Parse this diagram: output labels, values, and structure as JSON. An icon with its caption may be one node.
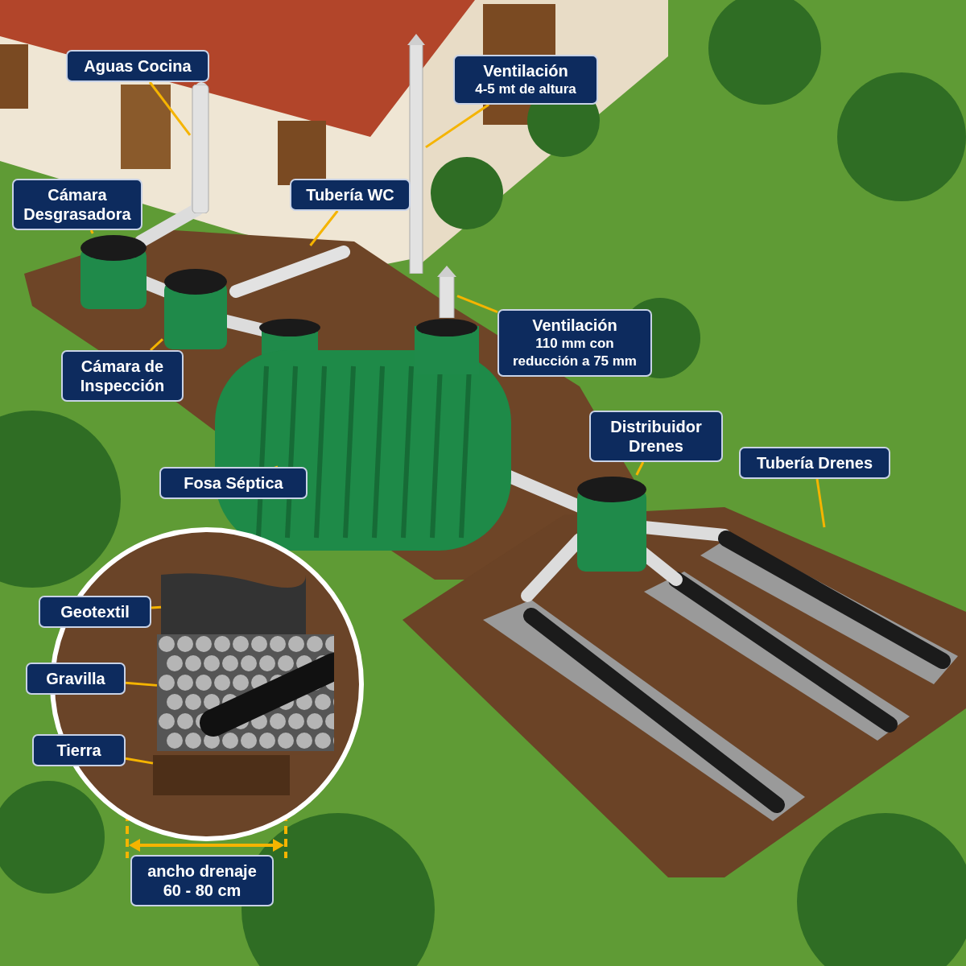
{
  "diagram": {
    "nodes": [
      {
        "text": [
          "Aguas Cocina"
        ]
      },
      {
        "text": [
          "Ventilación",
          "4-5 mt de altura"
        ]
      },
      {
        "text": [
          "Cámara Desgrasadora"
        ]
      },
      {
        "text": [
          "Tubería WC"
        ]
      },
      {
        "text": [
          "Cámara de Inspección"
        ]
      },
      {
        "text": [
          "Ventilación",
          "110 mm con reducción a 75 mm"
        ]
      },
      {
        "text": [
          "Fosa Séptica"
        ]
      },
      {
        "text": [
          "Distribuidor Drenes"
        ]
      },
      {
        "text": [
          "Tubería Drenes"
        ]
      },
      {
        "text": [
          "Geotextil"
        ]
      },
      {
        "text": [
          "Gravilla"
        ]
      },
      {
        "text": [
          "Tierra"
        ]
      },
      {
        "text": [
          "ancho drenaje 60 - 80 cm"
        ]
      },
      {
        "text": [],
        "shape": "picture"
      },
      {
        "text": [],
        "shape": "bar"
      },
      {
        "text": [],
        "shape": "cylinder"
      },
      {
        "text": [],
        "shape": "picture"
      },
      {
        "text": [],
        "shape": "cylinder"
      },
      {
        "text": [],
        "shape": "bar"
      },
      {
        "text": [],
        "shape": "picture"
      },
      {
        "text": [],
        "shape": "cylinder"
      },
      {
        "text": [],
        "shape": "picture"
      },
      {
        "text": [],
        "shape": "circle"
      },
      {
        "text": [],
        "shape": "box",
        "in": 22
      },
      {
        "text": [],
        "shape": "picture",
        "in": 22
      },
      {
        "text": [],
        "shape": "box",
        "in": 22
      }
    ],
    "edges": [
      {
        "from": 0,
        "to": 13,
        "arrow": "none"
      },
      {
        "from": 1,
        "to": 14,
        "arrow": "none"
      },
      {
        "from": 2,
        "to": 15,
        "arrow": "none"
      },
      {
        "from": 3,
        "to": 16,
        "arrow": "none"
      },
      {
        "from": 4,
        "to": 17,
        "arrow": "none"
      },
      {
        "from": 5,
        "to": 18,
        "arrow": "none"
      },
      {
        "from": 6,
        "to": 19,
        "arrow": "none"
      },
      {
        "from": 7,
        "to": 20,
        "arrow": "none"
      },
      {
        "from": 8,
        "to": 21,
        "arrow": "none"
      },
      {
        "from": 9,
        "to": 23,
        "arrow": "none"
      },
      {
        "from": 10,
        "to": 24,
        "arrow": "none"
      },
      {
        "from": 11,
        "to": 25,
        "arrow": "none"
      }
    ]
  }
}
